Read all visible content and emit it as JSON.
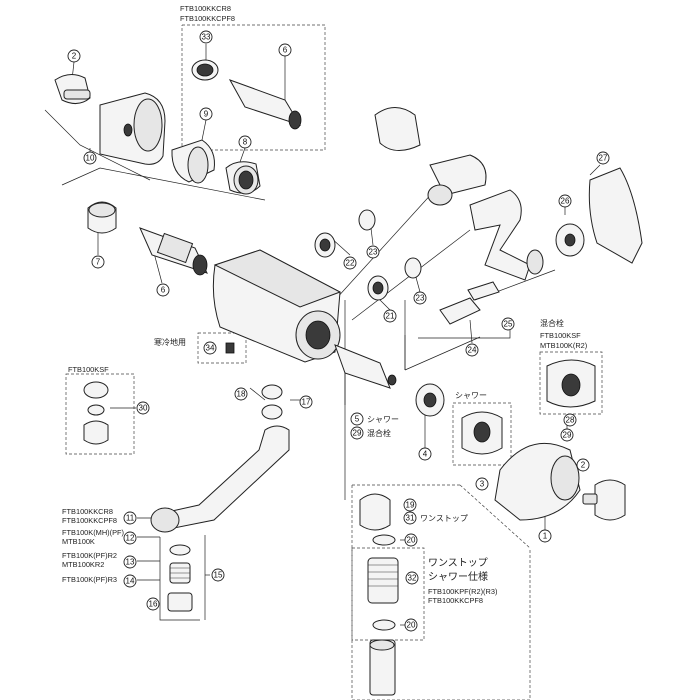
{
  "labels": {
    "model_top_1": "FTB100KKCR8",
    "model_top_2": "FTB100KKCPF8",
    "cold_area": "寒冷地用",
    "ftb100ksf": "FTB100KSF",
    "shower_5": "シャワー",
    "mix_29": "混合栓",
    "shower_3": "シャワー",
    "mix_right_title": "混合栓",
    "mix_right_1": "FTB100KSF",
    "mix_right_2": "MTB100K(R2)",
    "left_11_a": "FTB100KKCR8",
    "left_11_b": "FTB100KKCPF8",
    "left_12_a": "FTB100K(MH)(PF)",
    "left_12_b": "MTB100K",
    "left_13_a": "FTB100K(PF)R2",
    "left_13_b": "MTB100KR2",
    "left_14": "FTB100K(PF)R3",
    "onestop": "ワンストップ",
    "onestop_shower_1": "ワンストップ",
    "onestop_shower_2": "シャワー仕様",
    "onestop_model_1": "FTB100KPF(R2)(R3)",
    "onestop_model_2": "FTB100KKCPF8"
  },
  "parts": {
    "p1": "1",
    "p2a": "2",
    "p2b": "2",
    "p3": "3",
    "p4": "4",
    "p5": "5",
    "p6a": "6",
    "p6b": "6",
    "p7": "7",
    "p8": "8",
    "p9": "9",
    "p10": "10",
    "p11": "11",
    "p12": "12",
    "p13": "13",
    "p14": "14",
    "p15": "15",
    "p16": "16",
    "p17": "17",
    "p18": "18",
    "p19": "19",
    "p20a": "20",
    "p20b": "20",
    "p21": "21",
    "p22": "22",
    "p23a": "23",
    "p23b": "23",
    "p24": "24",
    "p25": "25",
    "p26": "26",
    "p27": "27",
    "p28": "28",
    "p29a": "29",
    "p29b": "29",
    "p30": "30",
    "p31": "31",
    "p32": "32",
    "p33": "33",
    "p34": "34"
  }
}
